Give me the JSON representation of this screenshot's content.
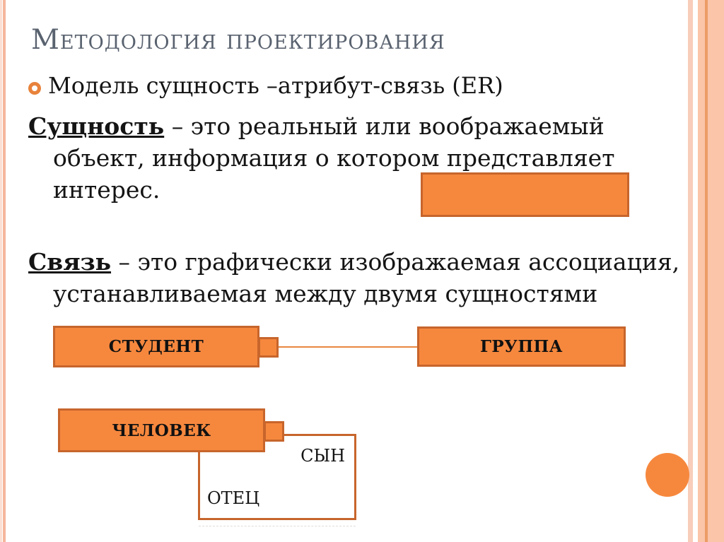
{
  "slide": {
    "title": "Методология проектирования",
    "bullet": {
      "text": "Модель сущность –атрибут-связь (ER)"
    },
    "entity_def": {
      "term": "Сущность",
      "line1_rest": " – это реальный или воображаемый",
      "line2": "объект, информация о котором представляет",
      "line3": "интерес."
    },
    "relation_def": {
      "term": "Связь",
      "line1_rest": " – это графически изображаемая ассоциация,",
      "line2": "устанавливаемая между двумя сущностями"
    },
    "diagram_student_group": {
      "left_box": "СТУДЕНТ",
      "right_box": "ГРУППА"
    },
    "diagram_person": {
      "box": "ЧЕЛОВЕК",
      "label_top": "СЫН",
      "label_bottom": "ОТЕЦ"
    },
    "colors": {
      "orange_fill": "#F6883E",
      "orange_border": "#C7652C",
      "connector_line": "#E8873F",
      "title_color": "#59626F",
      "bullet_ring": "#E8823B",
      "side_stripe_light": "#FBDFD3",
      "side_stripe_salmon": "#F5B69D",
      "right_band": "#FAC5A9",
      "right_band_dark": "#EC9C66"
    }
  }
}
